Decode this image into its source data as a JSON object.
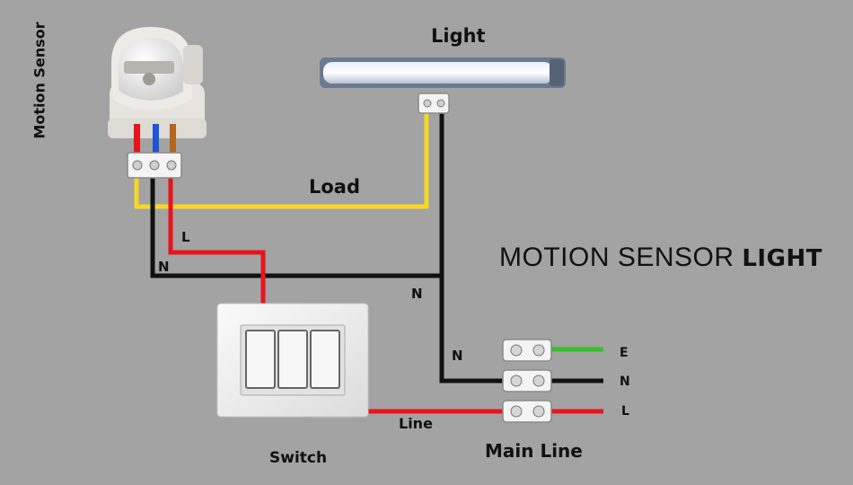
{
  "labels": {
    "motion_sensor": "Motion Sensor",
    "light": "Light",
    "load": "Load",
    "l": "L",
    "n_sensor": "N",
    "n_junction": "N",
    "n_main": "N",
    "switch": "Switch",
    "line": "Line",
    "main_line": "Main Line",
    "e": "E",
    "n_terminal": "N",
    "l_terminal": "L"
  },
  "title": {
    "part1": "MOTION SENSOR",
    "part2": "LIGHT"
  },
  "colors": {
    "background": "#a3a3a3",
    "live_red": "#e8141c",
    "neutral_black": "#111111",
    "load_yellow": "#f5d824",
    "earth_green": "#35c22b",
    "sensor_blue": "#1d56d6",
    "sensor_brown": "#b5651d",
    "switch_plate": "#f2f2f2"
  }
}
